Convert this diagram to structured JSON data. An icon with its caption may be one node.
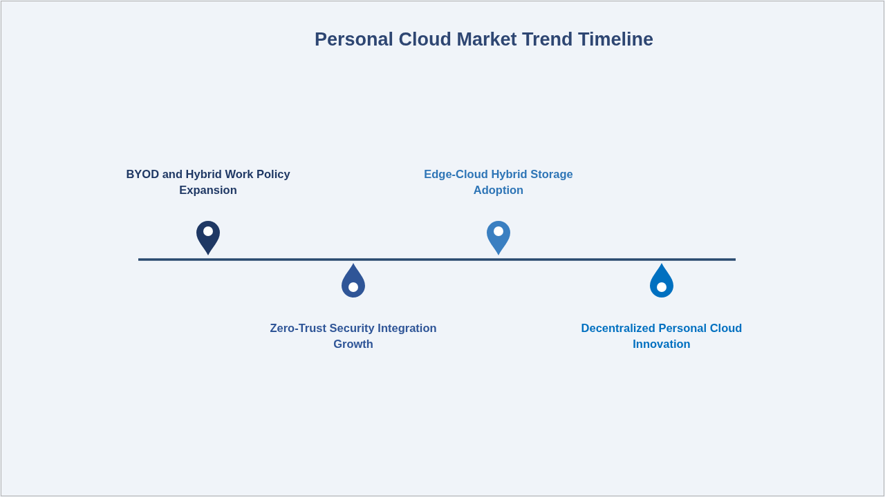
{
  "diagram": {
    "title": "Personal Cloud Market Trend Timeline",
    "nodes": [
      {
        "text": [
          "BYOD and Hybrid Work Policy Expansion"
        ]
      },
      {
        "text": [
          "Zero-Trust Security Integration Growth"
        ]
      },
      {
        "text": [
          "Edge-Cloud Hybrid Storage Adoption"
        ]
      },
      {
        "text": [
          "Decentralized Personal Cloud Innovation"
        ]
      }
    ]
  }
}
